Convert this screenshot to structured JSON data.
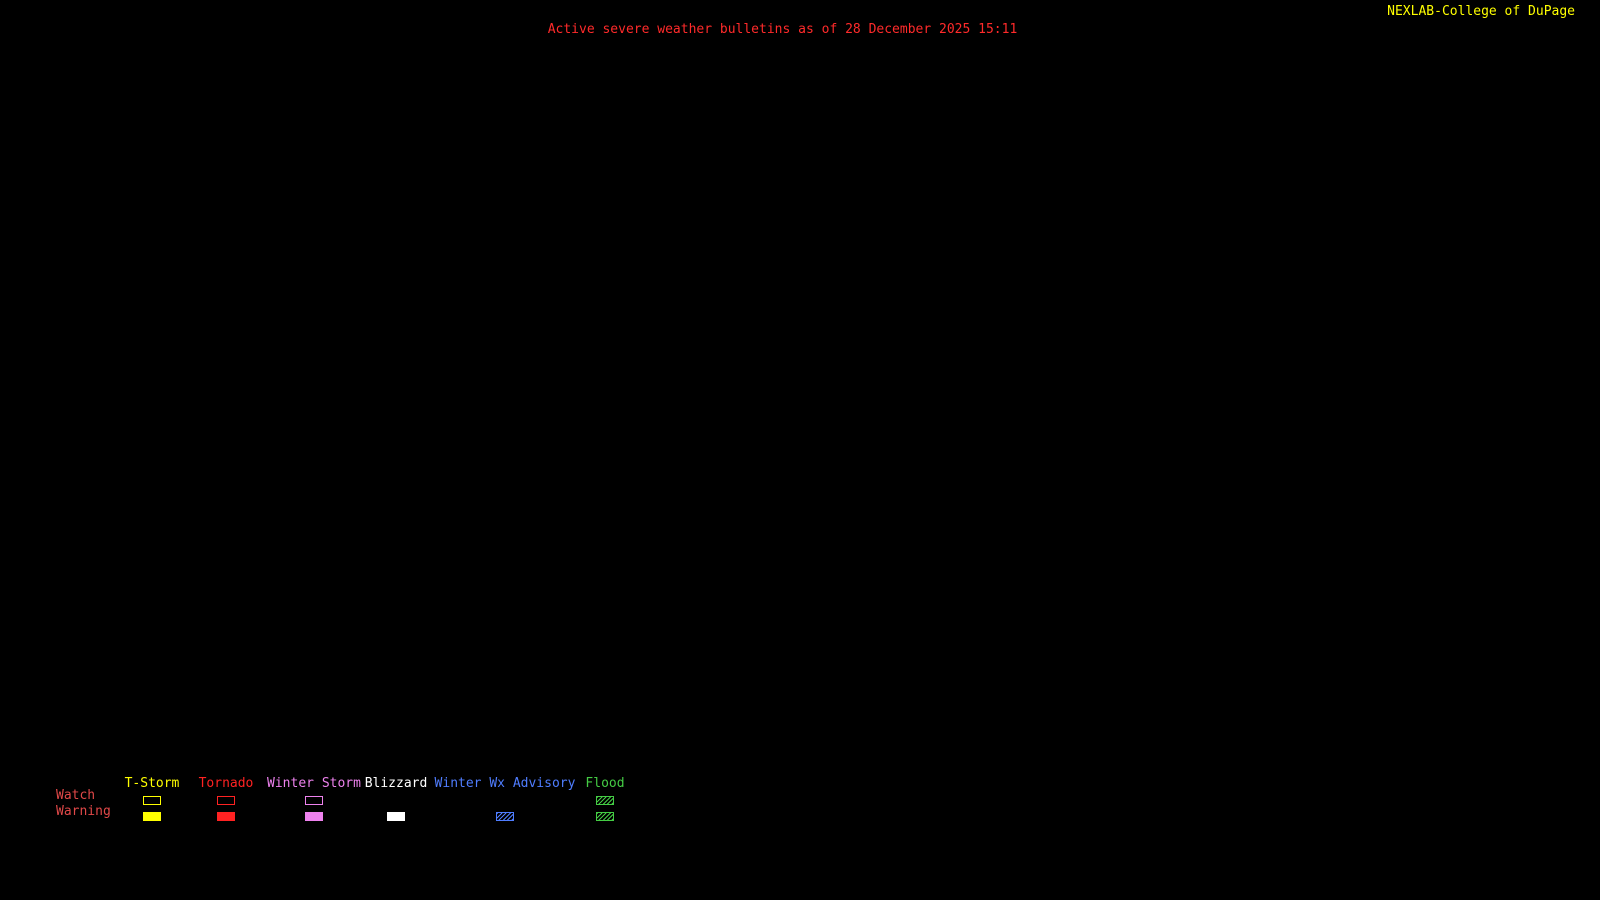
{
  "page": {
    "background": "#000000"
  },
  "header": {
    "title": "Active severe weather bulletins as of 28 December 2025 15:11",
    "title_color": "#ff2a2a",
    "brand": "NEXLAB-College of DuPage",
    "brand_color": "#ffff00",
    "logo_icon_name": "cod-logo"
  },
  "legend": {
    "watch_label": "Watch",
    "warning_label": "Warning",
    "row_label_color": "#e04848",
    "items": [
      {
        "label": "T-Storm",
        "color": "#ffff00",
        "watch_style": "outline",
        "warning_style": "filled"
      },
      {
        "label": "Tornado",
        "color": "#ff2222",
        "watch_style": "outline",
        "warning_style": "filled"
      },
      {
        "label": "Winter Storm",
        "color": "#ee82ee",
        "watch_style": "outline",
        "warning_style": "filled"
      },
      {
        "label": "Blizzard",
        "color": "#ffffff",
        "watch_style": "none",
        "warning_style": "filled"
      },
      {
        "label": "Winter Wx Advisory",
        "color": "#4f7dff",
        "watch_style": "none",
        "warning_style": "hatched"
      },
      {
        "label": "Flood",
        "color": "#44cc44",
        "watch_style": "hatched",
        "warning_style": "hatched"
      }
    ]
  }
}
